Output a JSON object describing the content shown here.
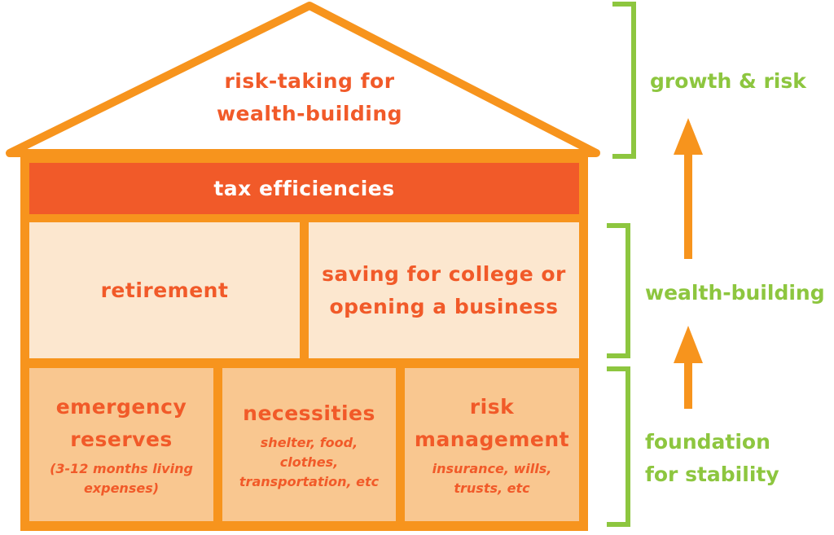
{
  "roof": {
    "title": "risk-taking for wealth-building"
  },
  "tax_bar": {
    "label": "tax efficiencies"
  },
  "middle_row": [
    {
      "title": "retirement"
    },
    {
      "title": "saving for college or opening a business"
    }
  ],
  "bottom_row": [
    {
      "title": "emergency reserves",
      "subtitle": "(3-12 months living expenses)"
    },
    {
      "title": "necessities",
      "subtitle": "shelter, food, clothes, transportation, etc"
    },
    {
      "title": "risk management",
      "subtitle": "insurance, wills, trusts, etc"
    }
  ],
  "tiers": [
    {
      "label": "growth & risk"
    },
    {
      "label": "wealth-building"
    },
    {
      "label": "foundation for stability"
    }
  ],
  "colors": {
    "frame": "#F7941D",
    "accent": "#F15A29",
    "tier": "#8DC63F",
    "middle_fill": "#FCE7CF",
    "bottom_fill": "#F9C790"
  }
}
